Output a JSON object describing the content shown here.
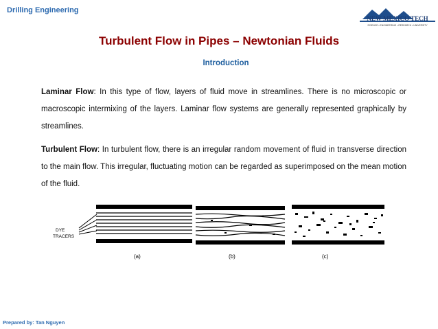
{
  "header": {
    "label": "Drilling Engineering"
  },
  "logo": {
    "text": "NEW MEXICO TECH",
    "tagline": "SCIENCE • ENGINEERING • RESEARCH • UNIVERSITY"
  },
  "slide": {
    "title": "Turbulent Flow in Pipes – Newtonian Fluids",
    "subtitle": "Introduction"
  },
  "paragraphs": [
    {
      "term": "Laminar Flow",
      "text": ": In this type of flow, layers of fluid move in streamlines. There is no microscopic or macroscopic intermixing of the layers. Laminar flow systems are generally represented graphically by streamlines."
    },
    {
      "term": "Turbulent Flow",
      "text": ": In turbulent flow, there is an irregular random movement of fluid in transverse direction to the main flow. This irregular, fluctuating motion can be regarded as superimposed on the mean motion of the fluid."
    }
  ],
  "figure": {
    "annotation_line1": "DYE",
    "annotation_line2": "TRACERS",
    "panel_labels": [
      "(a)",
      "(b)",
      "(c)"
    ]
  },
  "footer": {
    "label": "Prepared by: Tan Nguyen"
  }
}
